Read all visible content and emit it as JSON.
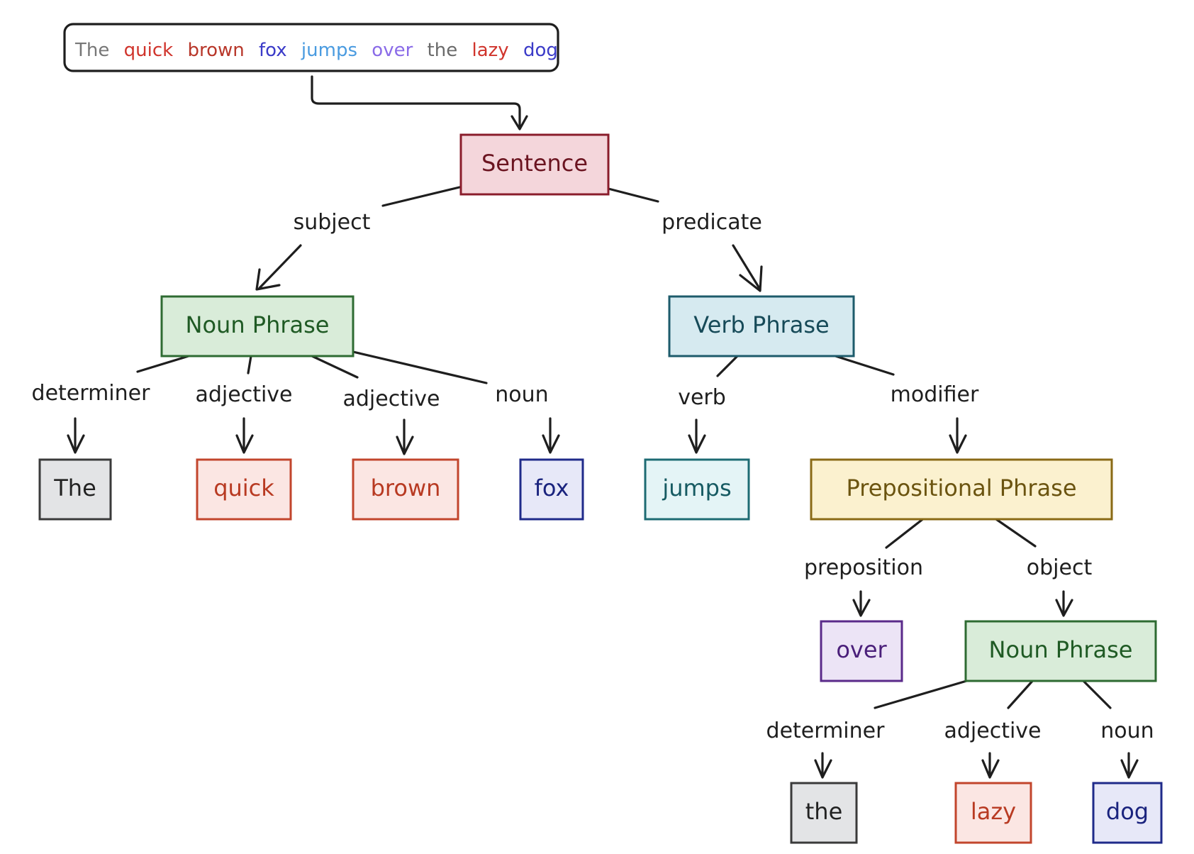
{
  "sentence": {
    "words": [
      {
        "text": "The",
        "color": "#777777"
      },
      {
        "text": "quick",
        "color": "#d0342c"
      },
      {
        "text": "brown",
        "color": "#b8372a"
      },
      {
        "text": "fox",
        "color": "#3b3bc8"
      },
      {
        "text": "jumps",
        "color": "#4a9be0"
      },
      {
        "text": "over",
        "color": "#8a6be8"
      },
      {
        "text": "the",
        "color": "#6a6a6a"
      },
      {
        "text": "lazy",
        "color": "#d0342c"
      },
      {
        "text": "dog",
        "color": "#3b3bc8"
      }
    ]
  },
  "nodes": {
    "sentence": {
      "label": "Sentence",
      "fill": "#f4d6db",
      "stroke": "#8a1c2b",
      "text": "#6b1420"
    },
    "np1": {
      "label": "Noun Phrase",
      "fill": "#d9ecd9",
      "stroke": "#2e6b32",
      "text": "#1f5a24"
    },
    "vp": {
      "label": "Verb Phrase",
      "fill": "#d6eaf0",
      "stroke": "#1d5b6b",
      "text": "#164a58"
    },
    "the1": {
      "label": "The",
      "fill": "#e3e4e6",
      "stroke": "#3a3a3a",
      "text": "#222222"
    },
    "quick": {
      "label": "quick",
      "fill": "#fbe6e3",
      "stroke": "#c2452c",
      "text": "#b83a22"
    },
    "brown": {
      "label": "brown",
      "fill": "#fbe6e3",
      "stroke": "#c2452c",
      "text": "#b83a22"
    },
    "fox": {
      "label": "fox",
      "fill": "#e7e8f8",
      "stroke": "#1f2a8a",
      "text": "#1a237e"
    },
    "jumps": {
      "label": "jumps",
      "fill": "#e4f4f6",
      "stroke": "#1d6b73",
      "text": "#165a62"
    },
    "pp": {
      "label": "Prepositional Phrase",
      "fill": "#fbf1cf",
      "stroke": "#8a6a16",
      "text": "#6b5410"
    },
    "over": {
      "label": "over",
      "fill": "#ece4f6",
      "stroke": "#5a2a8a",
      "text": "#4a1f7a"
    },
    "np2": {
      "label": "Noun Phrase",
      "fill": "#d9ecd9",
      "stroke": "#2e6b32",
      "text": "#1f5a24"
    },
    "the2": {
      "label": "the",
      "fill": "#e3e4e6",
      "stroke": "#3a3a3a",
      "text": "#222222"
    },
    "lazy": {
      "label": "lazy",
      "fill": "#fbe6e3",
      "stroke": "#c2452c",
      "text": "#b83a22"
    },
    "dog": {
      "label": "dog",
      "fill": "#e7e8f8",
      "stroke": "#1f2a8a",
      "text": "#1a237e"
    }
  },
  "edge_labels": {
    "subject": "subject",
    "predicate": "predicate",
    "determiner1": "determiner",
    "adjective1": "adjective",
    "adjective2": "adjective",
    "noun1": "noun",
    "verb": "verb",
    "modifier": "modifier",
    "preposition": "preposition",
    "object": "object",
    "determiner2": "determiner",
    "adjective3": "adjective",
    "noun2": "noun"
  }
}
